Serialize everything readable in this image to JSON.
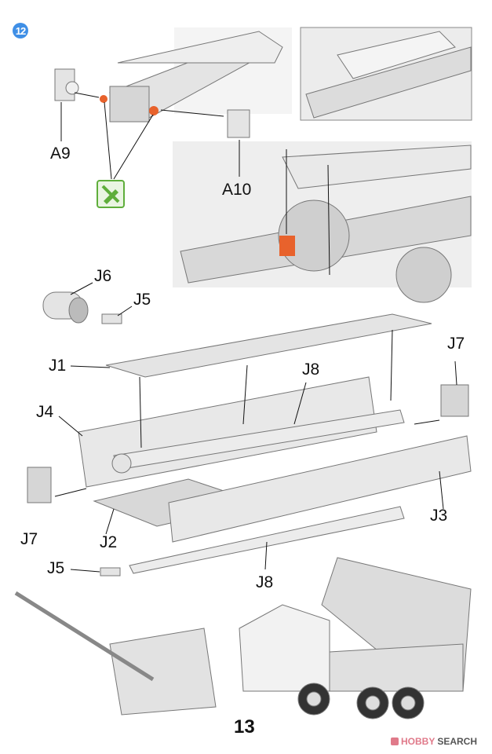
{
  "step": {
    "number": "12"
  },
  "labels": {
    "a9": "A9",
    "a10": "A10",
    "j6": "J6",
    "j5_top": "J5",
    "j1": "J1",
    "j8_top": "J8",
    "j7_right": "J7",
    "j4": "J4",
    "j7_left": "J7",
    "j2": "J2",
    "j3": "J3",
    "j5_bottom": "J5",
    "j8_bottom": "J8"
  },
  "icons": {
    "no_glue": "no-glue-icon"
  },
  "colors": {
    "badge": "#3f8fe6",
    "highlight": "#e8622c",
    "no_glue_green": "#5fae3b"
  },
  "footer": {
    "page_number": "13",
    "watermark_brand": "HOBBY",
    "watermark_suffix": "SEARCH"
  }
}
